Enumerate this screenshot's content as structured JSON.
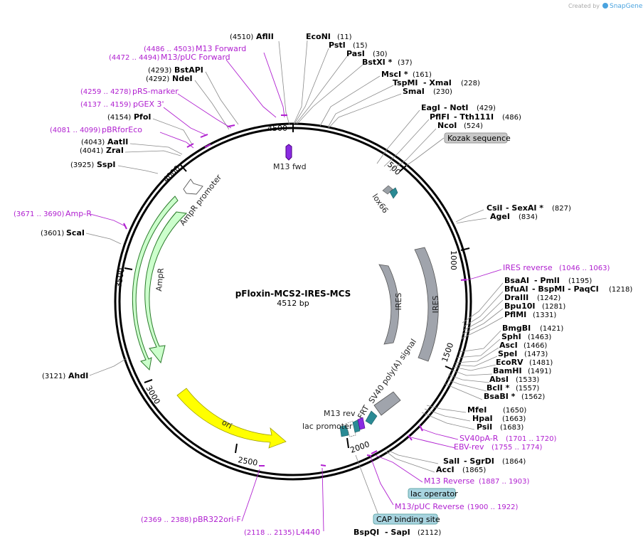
{
  "credit": {
    "prefix": "Created by",
    "brand": "SnapGene"
  },
  "plasmid": {
    "name": "pFloxin-MCS2-IRES-MCS",
    "size": "4512 bp"
  },
  "ticks": [
    "500",
    "1000",
    "1500",
    "2000",
    "2500",
    "3000",
    "3500",
    "4000",
    "4500"
  ],
  "sites_top": [
    {
      "pos": "(4510)",
      "name": "AflII"
    },
    {
      "name": "EcoNI",
      "pos": "(11)"
    },
    {
      "name": "PstI",
      "pos": "(15)"
    },
    {
      "name": "PasI",
      "pos": "(30)"
    },
    {
      "name": "BstXI *",
      "pos": "(37)"
    },
    {
      "name": "MscI *",
      "pos": "(161)"
    },
    {
      "name": "TspMI",
      "sep": "- XmaI",
      "pos": "(228)"
    },
    {
      "name": "SmaI",
      "pos": "(230)"
    },
    {
      "name": "EagI",
      "sep": "- NotI",
      "pos": "(429)"
    },
    {
      "name": "PflFI",
      "sep": "- Tth111I",
      "pos": "(486)"
    },
    {
      "name": "NcoI",
      "pos": "(524)"
    }
  ],
  "sites_right": [
    {
      "name": "CsiI",
      "sep": "- SexAI *",
      "pos": "(827)"
    },
    {
      "name": "AgeI",
      "pos": "(834)"
    },
    {
      "name": "BsaAI",
      "sep": "- PmlI",
      "pos": "(1195)"
    },
    {
      "name": "BfuAI",
      "sep": "- BspMI - PaqCI",
      "pos": "(1218)"
    },
    {
      "name": "DraIII",
      "pos": "(1242)"
    },
    {
      "name": "Bpu10I",
      "pos": "(1281)"
    },
    {
      "name": "PflMI",
      "pos": "(1331)"
    },
    {
      "name": "BmgBI",
      "pos": "(1421)"
    },
    {
      "name": "SphI",
      "pos": "(1463)"
    },
    {
      "name": "AscI",
      "pos": "(1466)"
    },
    {
      "name": "SpeI",
      "pos": "(1473)"
    },
    {
      "name": "EcoRV",
      "pos": "(1481)"
    },
    {
      "name": "BamHI",
      "pos": "(1491)"
    },
    {
      "name": "AbsI",
      "pos": "(1533)"
    },
    {
      "name": "BclI *",
      "pos": "(1557)"
    },
    {
      "name": "BsaBI *",
      "pos": "(1562)"
    },
    {
      "name": "MfeI",
      "pos": "(1650)"
    },
    {
      "name": "HpaI",
      "pos": "(1663)"
    },
    {
      "name": "PsiI",
      "pos": "(1683)"
    },
    {
      "name": "SalI",
      "sep": "- SgrDI",
      "pos": "(1864)"
    },
    {
      "name": "AccI",
      "pos": "(1865)"
    },
    {
      "name": "BspQI",
      "sep": "- SapI",
      "pos": "(2112)"
    }
  ],
  "sites_left": [
    {
      "pos": "(4293)",
      "name": "BstAPI"
    },
    {
      "pos": "(4292)",
      "name": "NdeI"
    },
    {
      "pos": "(4154)",
      "name": "PfoI"
    },
    {
      "pos": "(4043)",
      "name": "AatII"
    },
    {
      "pos": "(4041)",
      "name": "ZraI"
    },
    {
      "pos": "(3925)",
      "name": "SspI"
    },
    {
      "pos": "(3601)",
      "name": "ScaI"
    },
    {
      "pos": "(3121)",
      "name": "AhdI"
    }
  ],
  "primers": [
    {
      "range": "(4486 .. 4503)",
      "name": "M13 Forward"
    },
    {
      "range": "(4472 .. 4494)",
      "name": "M13/pUC Forward"
    },
    {
      "range": "(4259 .. 4278)",
      "name": "pRS-marker"
    },
    {
      "range": "(4137 .. 4159)",
      "name": "pGEX 3'"
    },
    {
      "range": "(4081 .. 4099)",
      "name": "pBRforEco"
    },
    {
      "range": "(3671 .. 3690)",
      "name": "Amp-R"
    },
    {
      "name": "IRES reverse",
      "range": "(1046 .. 1063)"
    },
    {
      "name": "SV40pA-R",
      "range": "(1701 .. 1720)"
    },
    {
      "name": "EBV-rev",
      "range": "(1755 .. 1774)"
    },
    {
      "name": "M13 Reverse",
      "range": "(1887 .. 1903)"
    },
    {
      "name": "M13/pUC Reverse",
      "range": "(1900 .. 1922)"
    },
    {
      "range": "(2369 .. 2388)",
      "name": "pBR322ori-F"
    },
    {
      "range": "(2118 .. 2135)",
      "name": "L4440"
    }
  ],
  "boxed": [
    {
      "name": "Kozak sequence"
    },
    {
      "name": "lac operator"
    },
    {
      "name": "CAP binding site"
    }
  ],
  "features": {
    "m13fwd": "M13 fwd",
    "lox66": "lox66",
    "ires_inner": "IRES",
    "ires_outer": "IRES",
    "sv40": "SV40 poly(A) signal",
    "frt": "FRT",
    "m13rev": "M13 rev",
    "lacprom": "lac promoter",
    "ori": "ori",
    "ampr": "AmpR",
    "ampr_prom": "AmpR promoter"
  },
  "colors": {
    "primer": "#b020d0",
    "ampr": "#ccffcc",
    "ori": "#ffff00",
    "ires": "#a0a4ac",
    "lox": "#2a8a94",
    "boxed_gray": "#c8c8c8",
    "boxed_blue": "#a8d4e0"
  }
}
